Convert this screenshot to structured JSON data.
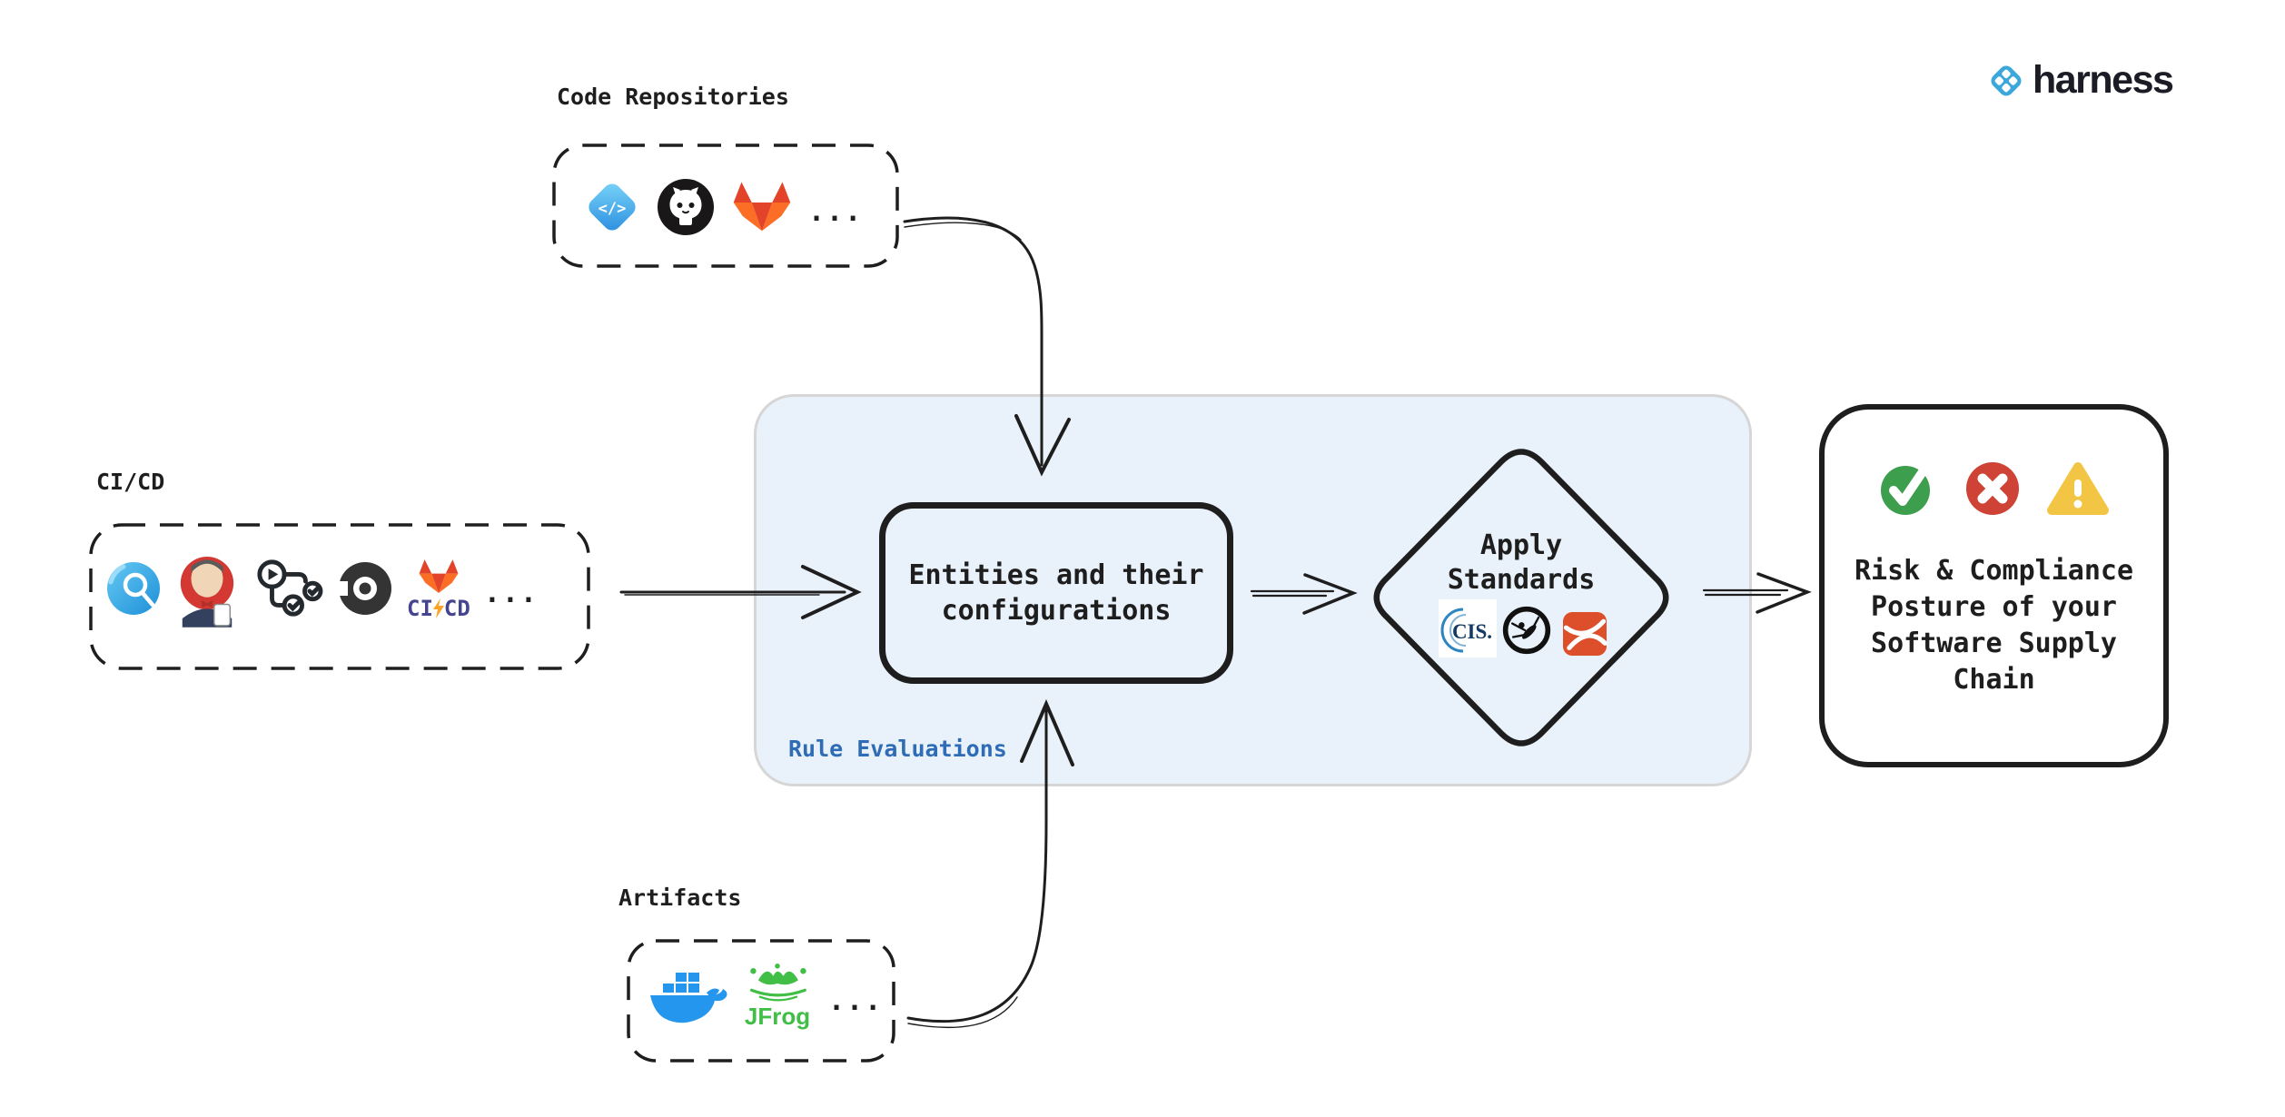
{
  "brand": {
    "wordmark": "harness"
  },
  "sources": {
    "code_repositories": {
      "label": "Code Repositories",
      "more": "...",
      "azure_glyph": "</>",
      "icons": [
        "azure-repos",
        "github",
        "gitlab"
      ]
    },
    "cicd": {
      "label": "CI/CD",
      "more": "...",
      "gitlab_ci": "CI",
      "gitlab_cd": "CD",
      "icons": [
        "harness-ci",
        "jenkins",
        "github-actions",
        "circleci",
        "gitlab-cicd"
      ]
    },
    "artifacts": {
      "label": "Artifacts",
      "more": "...",
      "jfrog_text": "JFrog",
      "icons": [
        "docker",
        "jfrog"
      ]
    }
  },
  "panel": {
    "label": "Rule Evaluations"
  },
  "entities": {
    "text": "Entities and their configurations"
  },
  "standards": {
    "line1": "Apply",
    "line2": "Standards",
    "cis_text": "CIS.",
    "icons": [
      "cis",
      "owasp",
      "orange-standard"
    ]
  },
  "outcome": {
    "text": "Risk & Compliance Posture of your Software Supply Chain",
    "icons": [
      "check",
      "cross",
      "warning"
    ]
  },
  "colors": {
    "ink": "#1e1e1e",
    "panel_fill": "#e9f1fb",
    "panel_border": "#d6d6d6",
    "rule_label_blue": "#2e6cb5",
    "harness_blue": "#3ba7db",
    "success_green": "#3d9e4e",
    "error_red": "#ce4335",
    "warning_yellow": "#f2c644",
    "docker_blue": "#2496ed",
    "jfrog_green": "#40be46",
    "gitlab_red": "#e24329",
    "gitlab_orange": "#fc6d26"
  }
}
